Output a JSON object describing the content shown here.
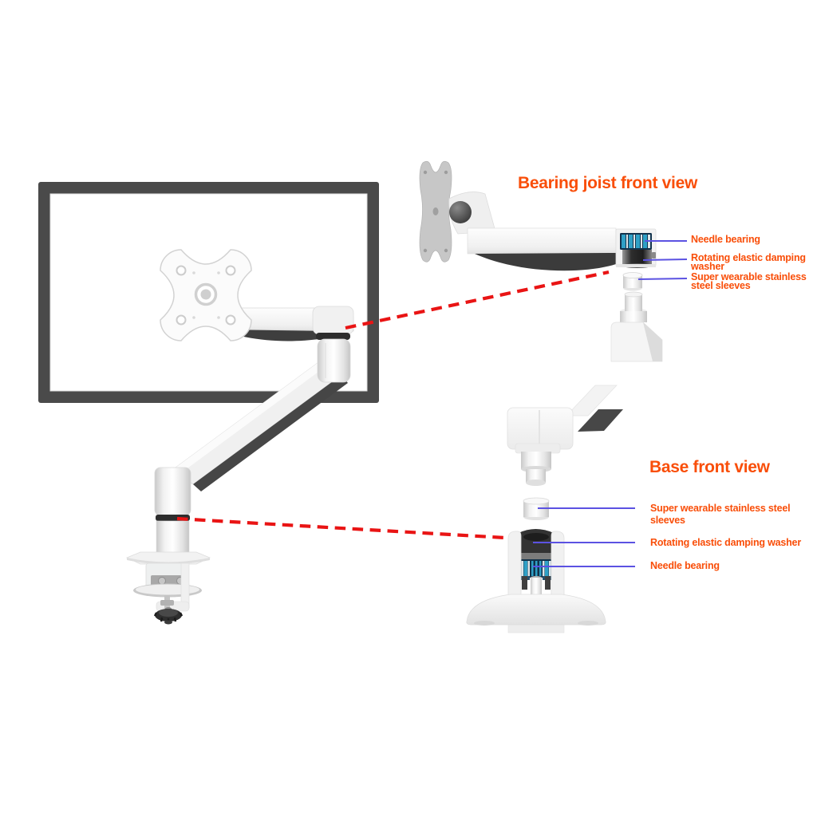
{
  "diagram": {
    "bearing_joist_view": {
      "title": "Bearing joist front view",
      "labels": [
        {
          "name": "needle-bearing",
          "lines": [
            "Needle bearing"
          ]
        },
        {
          "name": "rotating-elastic-damping-washer",
          "lines": [
            "Rotating elastic damping",
            "washer"
          ]
        },
        {
          "name": "super-wearable-stainless-steel-sleeves",
          "lines": [
            "Super wearable stainless",
            "steel sleeves"
          ]
        }
      ]
    },
    "base_view": {
      "title": "Base front view",
      "labels": [
        {
          "name": "super-wearable-stainless-steel-sleeves",
          "lines": [
            "Super wearable stainless steel",
            "sleeves"
          ]
        },
        {
          "name": "rotating-elastic-damping-washer",
          "lines": [
            "Rotating elastic damping washer"
          ]
        },
        {
          "name": "needle-bearing",
          "lines": [
            "Needle bearing"
          ]
        }
      ]
    },
    "colors": {
      "accent_orange": "#F94E09",
      "leader_blue": "#5B52E2",
      "callout_red": "#E91414",
      "monitor_frame_gray": "#4A4A4A",
      "bearing_teal": "#2FA0C6"
    }
  }
}
